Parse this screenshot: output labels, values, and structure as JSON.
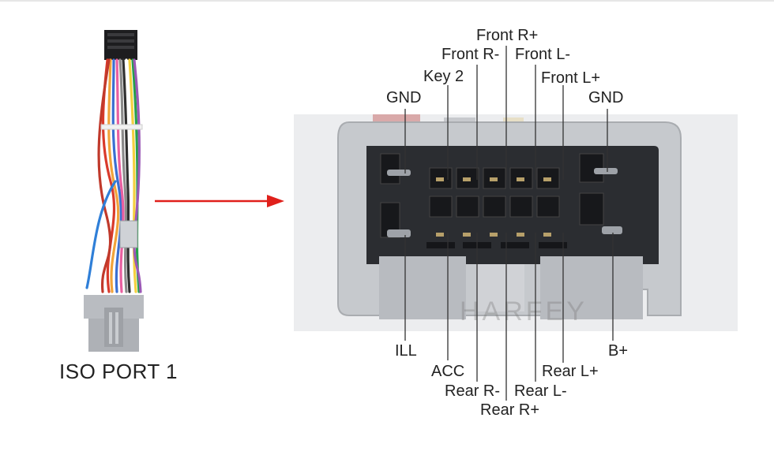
{
  "caption": {
    "port_name": "ISO PORT 1"
  },
  "watermark": "HARFEY",
  "labels": {
    "front_r_plus": "Front R+",
    "front_r_minus": "Front R-",
    "front_l_minus": "Front L-",
    "key_2": "Key 2",
    "front_l_plus": "Front L+",
    "gnd_left": "GND",
    "gnd_right": "GND",
    "ill": "ILL",
    "b_plus": "B+",
    "acc": "ACC",
    "rear_l_plus": "Rear L+",
    "rear_r_minus": "Rear R-",
    "rear_l_minus": "Rear L-",
    "rear_r_plus": "Rear R+"
  },
  "colors": {
    "arrow": "#e0201b",
    "connector_body": "#c9ccd0",
    "connector_socket": "#2b2d31",
    "leader": "#333333"
  }
}
